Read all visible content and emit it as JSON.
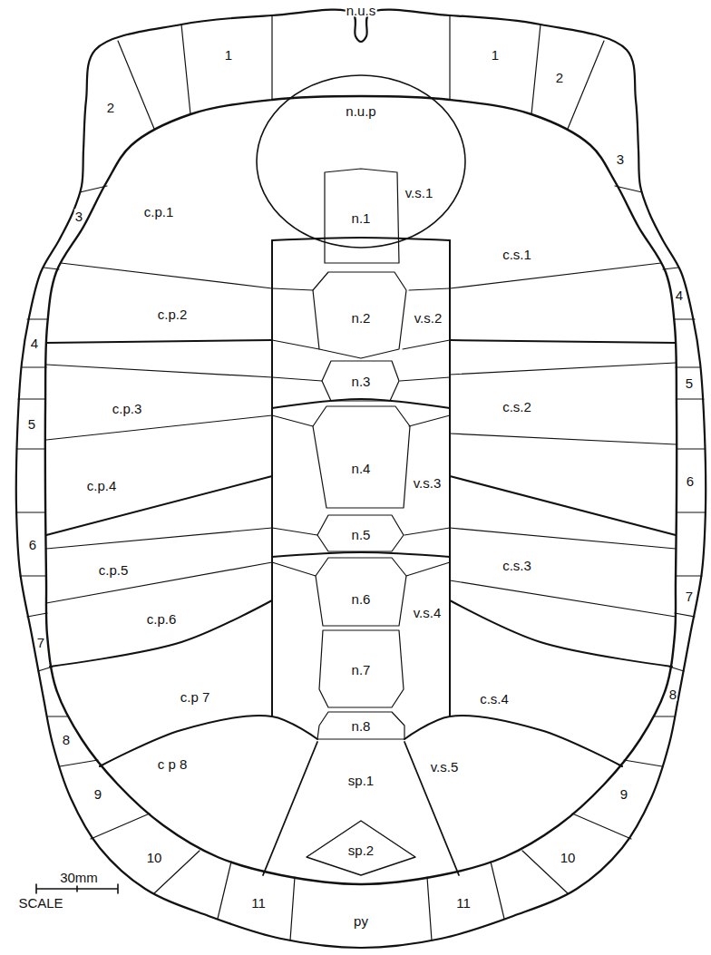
{
  "diagram": {
    "labels": [
      "n.u.s",
      "1",
      "1",
      "2",
      "2",
      "3",
      "n.u.p",
      "v.s.1",
      "n.1",
      "c.p.1",
      "c.s.1",
      "3",
      "4",
      "c.p.2",
      "n.2",
      "v.s.2",
      "4",
      "5",
      "n.3",
      "c.p.3",
      "c.s.2",
      "5",
      "6",
      "n.4",
      "c.p.4",
      "v.s.3",
      "6",
      "n.5",
      "c.s.3",
      "c.p.5",
      "7",
      "n.6",
      "v.s.4",
      "7",
      "c.p.6",
      "8",
      "n.7",
      "c.p 7",
      "c.s.4",
      "8",
      "9",
      "n.8",
      "c p 8",
      "v.s.5",
      "sp.1",
      "9",
      "10",
      "10",
      "sp.2",
      "11",
      "11",
      "py",
      "30mm",
      "SCALE"
    ]
  }
}
